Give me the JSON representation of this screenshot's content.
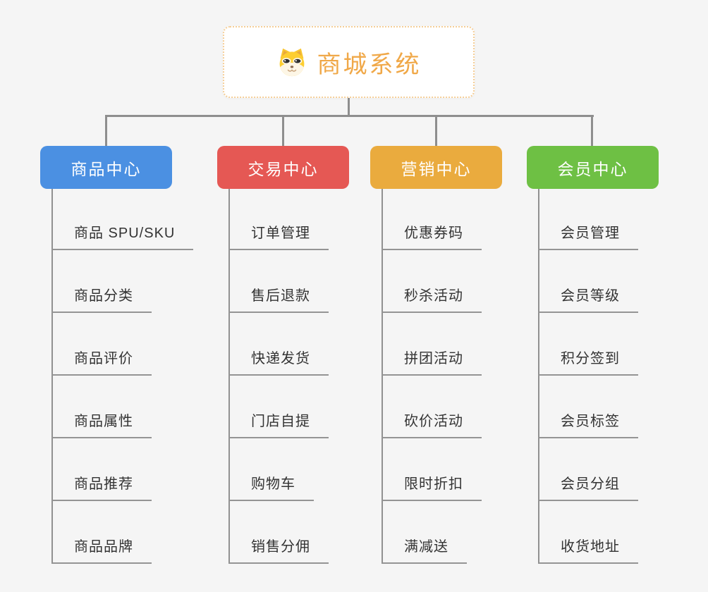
{
  "root": {
    "title": "商城系统",
    "icon": "dog-face-icon",
    "title_color": "#F0A848",
    "border_color": "#F5CE97"
  },
  "theme": {
    "background": "#F5F5F5",
    "connector_color": "#8E8E8E",
    "leaf_text_color": "#333333"
  },
  "branches": [
    {
      "label": "商品中心",
      "color": "#4B90E2",
      "items": [
        "商品 SPU/SKU",
        "商品分类",
        "商品评价",
        "商品属性",
        "商品推荐",
        "商品品牌"
      ]
    },
    {
      "label": "交易中心",
      "color": "#E55854",
      "items": [
        "订单管理",
        "售后退款",
        "快递发货",
        "门店自提",
        "购物车",
        "销售分佣"
      ]
    },
    {
      "label": "营销中心",
      "color": "#EAAB3E",
      "items": [
        "优惠券码",
        "秒杀活动",
        "拼团活动",
        "砍价活动",
        "限时折扣",
        "满减送"
      ]
    },
    {
      "label": "会员中心",
      "color": "#6EC044",
      "items": [
        "会员管理",
        "会员等级",
        "积分签到",
        "会员标签",
        "会员分组",
        "收货地址"
      ]
    }
  ]
}
